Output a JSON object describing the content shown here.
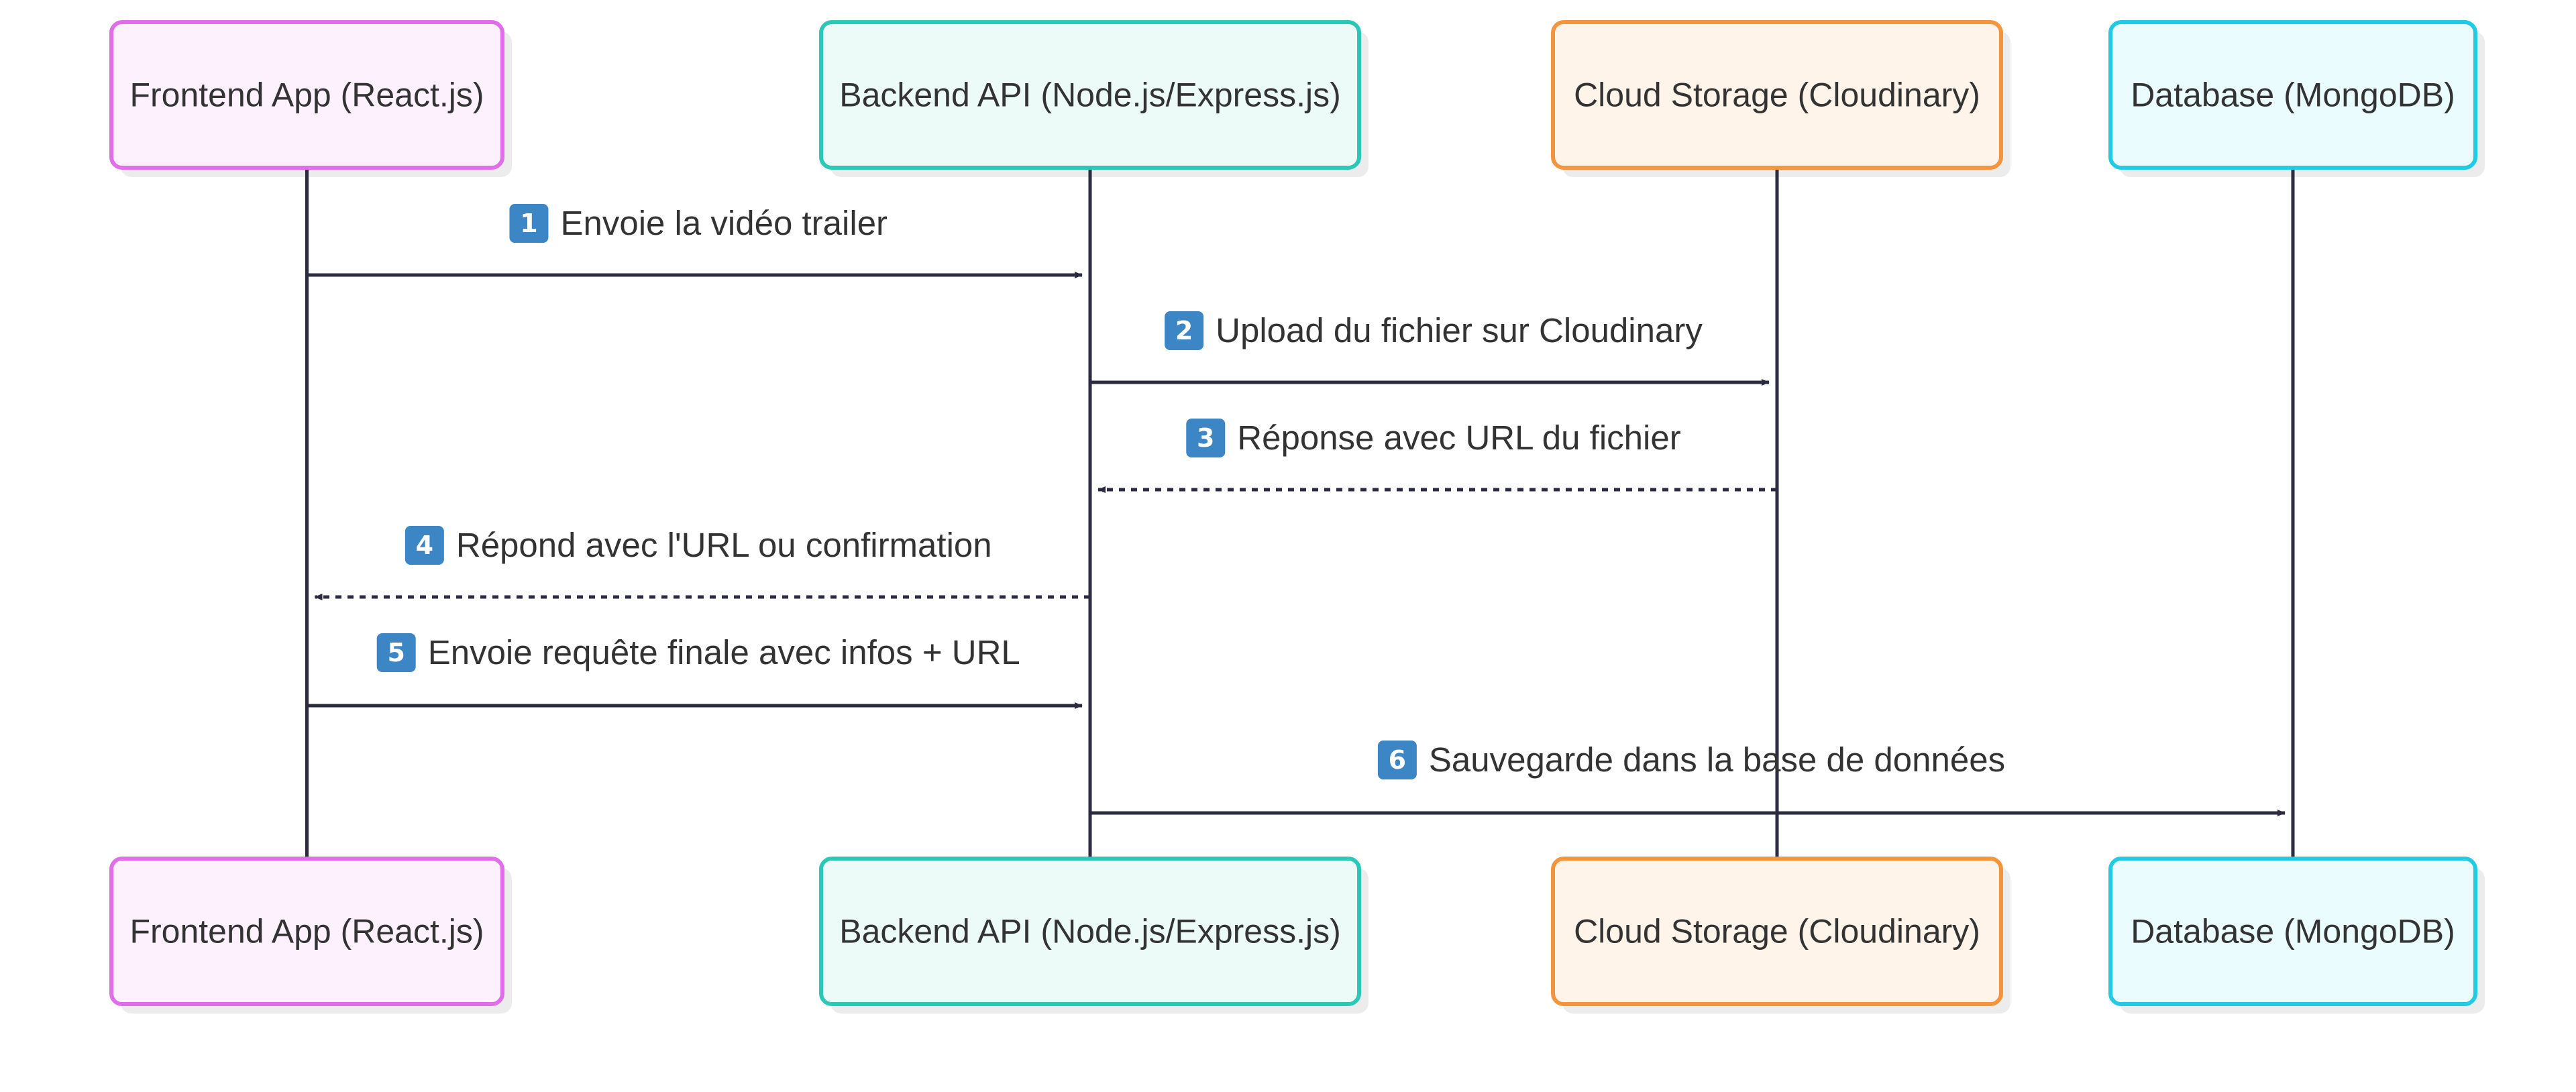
{
  "diagram": {
    "type": "sequence",
    "colors": {
      "line": "#2b2b3f",
      "text": "#333333",
      "badge": "#3d86c6",
      "shadow": "#ececec"
    },
    "actors": [
      {
        "id": "frontend",
        "label": "Frontend App (React.js)",
        "stroke": "#e16ee9",
        "fill": "#fdf1fd"
      },
      {
        "id": "backend",
        "label": "Backend API (Node.js/Express.js)",
        "stroke": "#2bc7b7",
        "fill": "#edfbf8"
      },
      {
        "id": "storage",
        "label": "Cloud Storage (Cloudinary)",
        "stroke": "#f4953e",
        "fill": "#fff4e9"
      },
      {
        "id": "database",
        "label": "Database (MongoDB)",
        "stroke": "#22cbe3",
        "fill": "#eafcfd"
      }
    ],
    "messages": [
      {
        "num": "1",
        "from": "frontend",
        "to": "backend",
        "style": "solid",
        "text": "Envoie la vidéo trailer"
      },
      {
        "num": "2",
        "from": "backend",
        "to": "storage",
        "style": "solid",
        "text": "Upload du fichier sur Cloudinary"
      },
      {
        "num": "3",
        "from": "storage",
        "to": "backend",
        "style": "dashed",
        "text": "Réponse avec URL du fichier"
      },
      {
        "num": "4",
        "from": "backend",
        "to": "frontend",
        "style": "dashed",
        "text": "Répond avec l'URL ou confirmation"
      },
      {
        "num": "5",
        "from": "frontend",
        "to": "backend",
        "style": "solid",
        "text": "Envoie requête finale avec infos + URL"
      },
      {
        "num": "6",
        "from": "backend",
        "to": "database",
        "style": "solid",
        "text": "Sauvegarde dans la base de données"
      }
    ]
  }
}
